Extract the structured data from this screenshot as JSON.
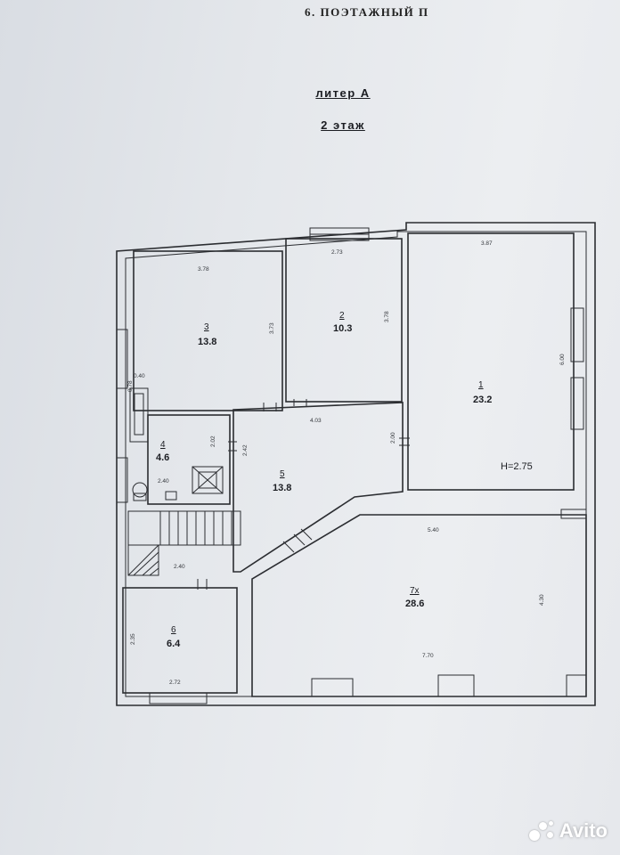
{
  "header": {
    "section_title": "6. ПОЭТАЖНЫЙ П",
    "liter": "литер А",
    "floor": "2 этаж"
  },
  "rooms": [
    {
      "number": "1",
      "area": "23.2"
    },
    {
      "number": "2",
      "area": "10.3"
    },
    {
      "number": "3",
      "area": "13.8"
    },
    {
      "number": "4",
      "area": "4.6"
    },
    {
      "number": "5",
      "area": "13.8"
    },
    {
      "number": "6",
      "area": "6.4"
    },
    {
      "number": "7х",
      "area": "28.6"
    }
  ],
  "dimensions": {
    "room1_width": "3.87",
    "room1_depth": "6.00",
    "room2_width": "2.73",
    "room2_depth": "3.78",
    "room3_width": "3.78",
    "room3_depth": "3.73",
    "closet_width": "0.40",
    "closet_depth": "0.78",
    "room4_depth": "2.02",
    "room4_width": "2.40",
    "room5_width": "4.03",
    "room5_left": "2.42",
    "room5_right": "2.00",
    "stair_width": "2.40",
    "room6_depth": "2.35",
    "room6_width": "2.72",
    "room7_top": "5.40",
    "room7_depth": "4.30",
    "room7_bottom": "7.70"
  },
  "ceiling_height": "Н=2.75",
  "watermark": "Avito",
  "colors": {
    "paper": "#e6e9ed",
    "ink": "#2b2d31",
    "watermark": "#ffffff"
  }
}
